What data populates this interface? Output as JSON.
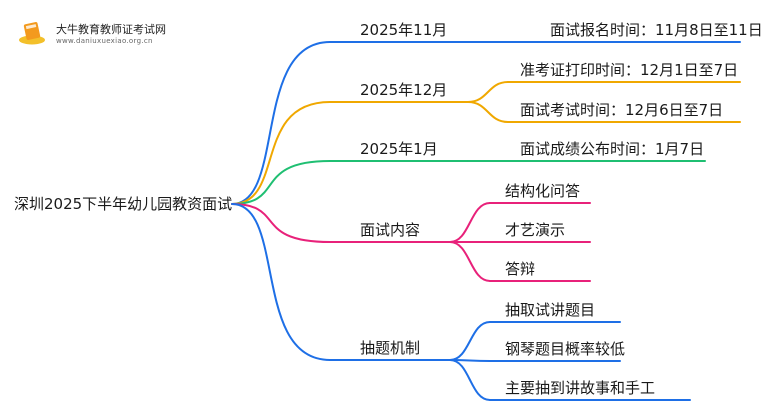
{
  "logo": {
    "name": "大牛教育教师证考试网",
    "url": "www.daniuxuexiao.org.cn"
  },
  "root": {
    "label": "深圳2025下半年幼儿园教资面试"
  },
  "branches": [
    {
      "label": "2025年11月",
      "color": "#1e6fe6",
      "children": [
        {
          "label": "面试报名时间：11月8日至11日"
        }
      ]
    },
    {
      "label": "2025年12月",
      "color": "#f0a800",
      "children": [
        {
          "label": "准考证打印时间：12月1日至7日"
        },
        {
          "label": "面试考试时间：12月6日至7日"
        }
      ]
    },
    {
      "label": "2025年1月",
      "color": "#1fbf72",
      "children": [
        {
          "label": "面试成绩公布时间：1月7日"
        }
      ]
    },
    {
      "label": "面试内容",
      "color": "#e8217a",
      "children": [
        {
          "label": "结构化问答"
        },
        {
          "label": "才艺演示"
        },
        {
          "label": "答辩"
        }
      ]
    },
    {
      "label": "抽题机制",
      "color": "#1e6fe6",
      "children": [
        {
          "label": "抽取试讲题目"
        },
        {
          "label": "钢琴题目概率较低"
        },
        {
          "label": "主要抽到讲故事和手工"
        }
      ]
    }
  ]
}
